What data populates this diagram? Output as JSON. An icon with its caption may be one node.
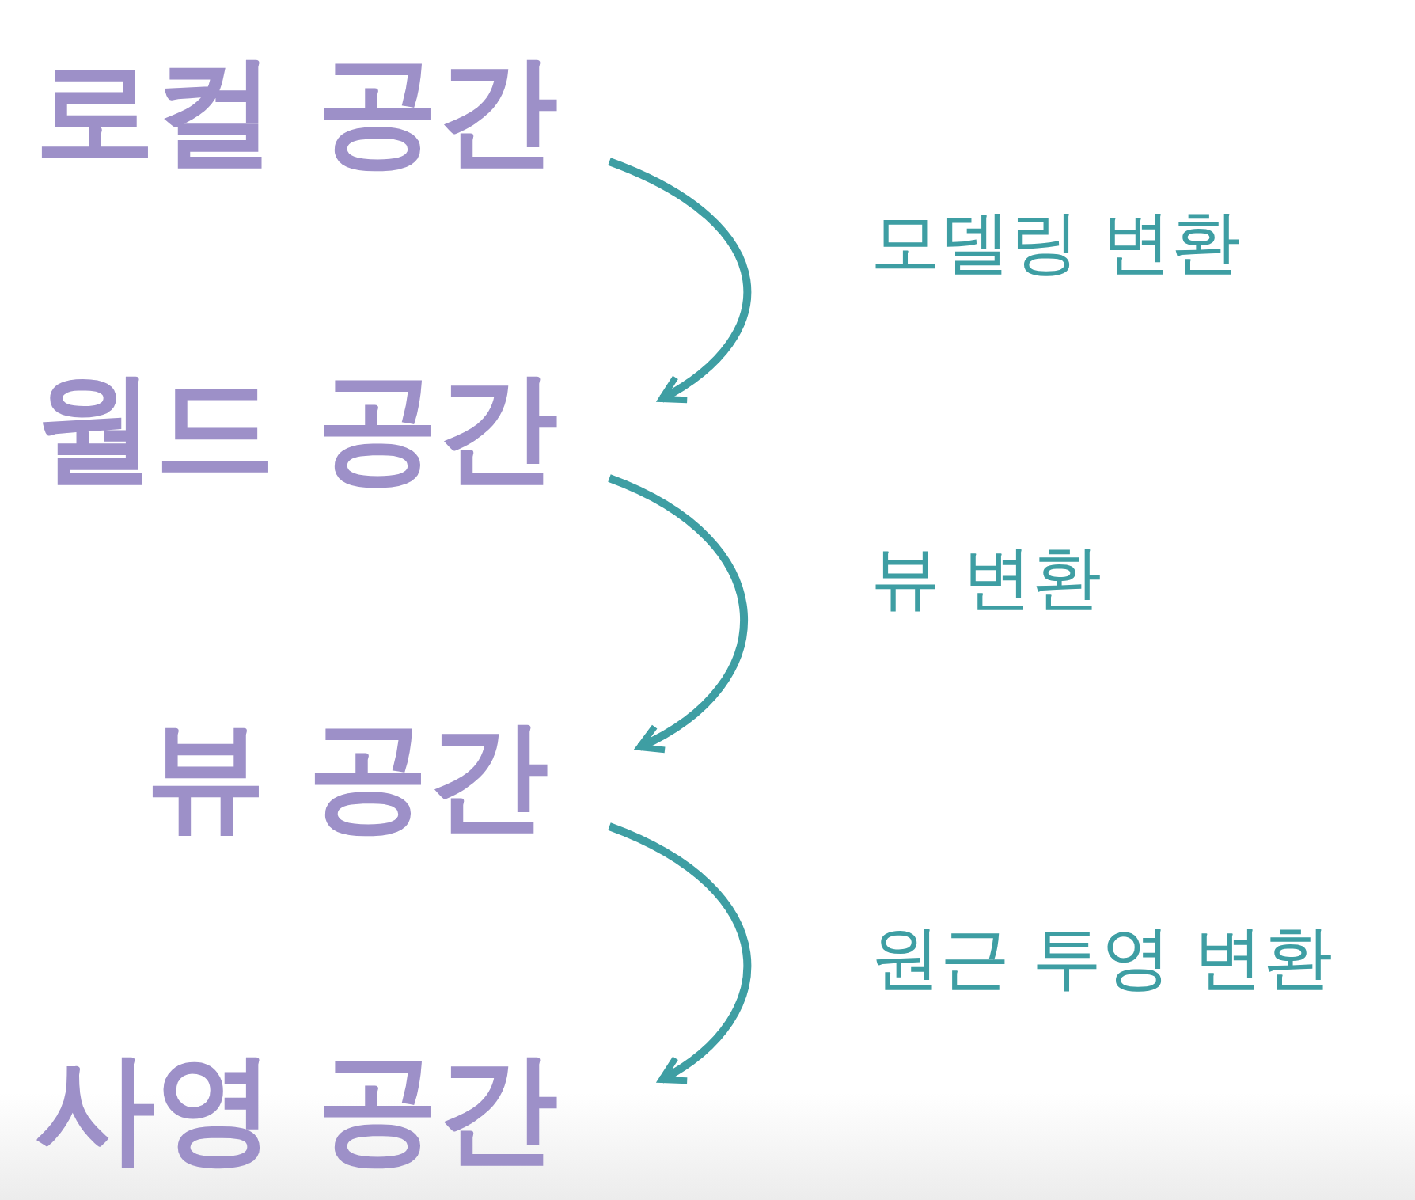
{
  "diagram": {
    "nodes": [
      {
        "text": [
          "로컬 공간"
        ]
      },
      {
        "text": [
          "월드 공간"
        ]
      },
      {
        "text": [
          "뷰 공간"
        ]
      },
      {
        "text": [
          "사영 공간"
        ]
      }
    ],
    "edges": [
      {
        "from": 0,
        "to": 1,
        "arrow": "to",
        "label": "모델링 변환"
      },
      {
        "from": 1,
        "to": 2,
        "arrow": "to",
        "label": "뷰 변환"
      },
      {
        "from": 2,
        "to": 3,
        "arrow": "to",
        "label": "원근 투영 변환"
      }
    ]
  }
}
